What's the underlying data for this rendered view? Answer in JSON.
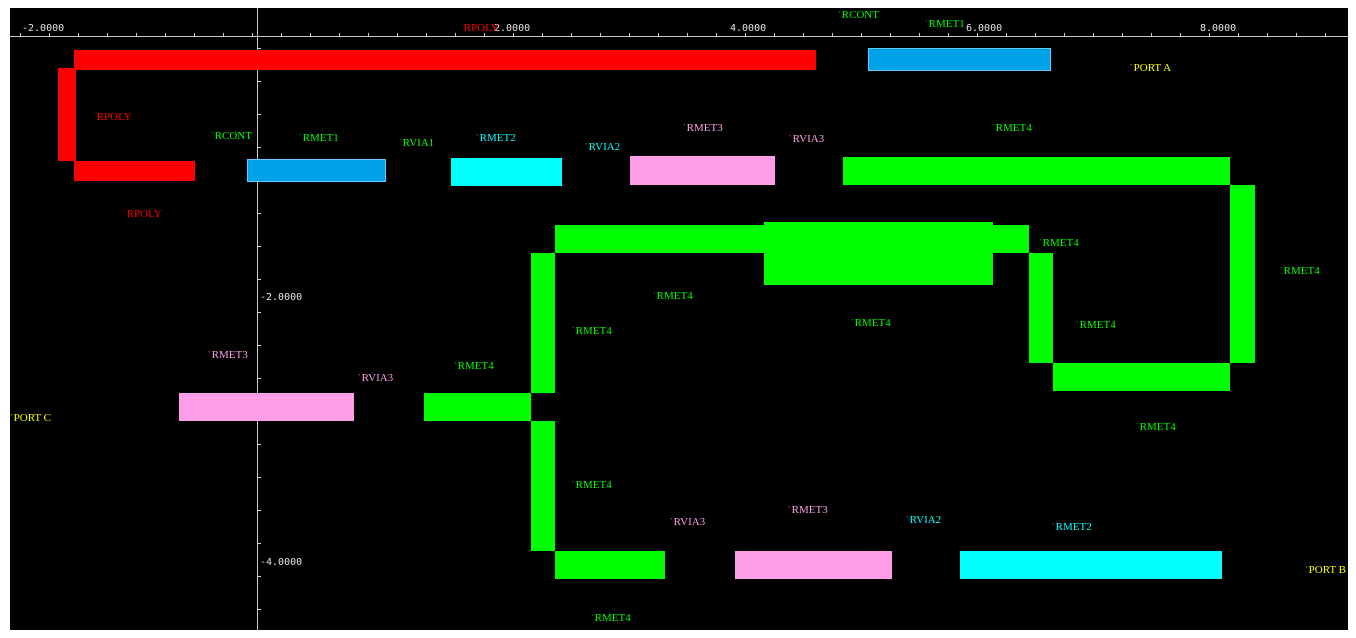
{
  "palette": {
    "background": "#000000",
    "poly": "#ff0000",
    "met1": "#00a2e8",
    "met2": "#00ffff",
    "met3": "#ff9ee8",
    "met4": "#00ff00",
    "port": "#ffff00",
    "axis": "#d0d0d0"
  },
  "axis": {
    "x_ticks": [
      "-2.0000",
      "2.0000",
      "4.0000",
      "6.0000",
      "8.0000"
    ],
    "y_ticks": [
      "-2.0000",
      "-4.0000"
    ]
  },
  "labels": [
    {
      "text": "RPOLY",
      "layer": "poly"
    },
    {
      "text": "RCONT",
      "layer": "met4"
    },
    {
      "text": "RMET1",
      "layer": "met4"
    },
    {
      "text": "PORT A",
      "layer": "port"
    },
    {
      "text": "RPOLY",
      "layer": "poly"
    },
    {
      "text": "RCONT",
      "layer": "met4"
    },
    {
      "text": "RMET1",
      "layer": "met4"
    },
    {
      "text": "RVIA1",
      "layer": "met4"
    },
    {
      "text": "RMET2",
      "layer": "met2"
    },
    {
      "text": "RVIA2",
      "layer": "met2"
    },
    {
      "text": "RMET3",
      "layer": "met3"
    },
    {
      "text": "RVIA3",
      "layer": "met3"
    },
    {
      "text": "RMET4",
      "layer": "met4"
    },
    {
      "text": "RPOLY",
      "layer": "poly"
    },
    {
      "text": "RMET4",
      "layer": "met4"
    },
    {
      "text": "RMET4",
      "layer": "met4"
    },
    {
      "text": "RMET4",
      "layer": "met4"
    },
    {
      "text": "RMET4",
      "layer": "met4"
    },
    {
      "text": "RMET4",
      "layer": "met4"
    },
    {
      "text": "RMET4",
      "layer": "met4"
    },
    {
      "text": "RMET3",
      "layer": "met3"
    },
    {
      "text": "RVIA3",
      "layer": "met3"
    },
    {
      "text": "RMET4",
      "layer": "met4"
    },
    {
      "text": "PORT C",
      "layer": "port"
    },
    {
      "text": "RMET4",
      "layer": "met4"
    },
    {
      "text": "RMET4",
      "layer": "met4"
    },
    {
      "text": "RVIA3",
      "layer": "met3"
    },
    {
      "text": "RMET3",
      "layer": "met3"
    },
    {
      "text": "RVIA2",
      "layer": "met2"
    },
    {
      "text": "RMET2",
      "layer": "met2"
    },
    {
      "text": "PORT B",
      "layer": "port"
    },
    {
      "text": "RMET4",
      "layer": "met4"
    }
  ],
  "shapes": [
    {
      "layer": "poly"
    },
    {
      "layer": "poly"
    },
    {
      "layer": "poly"
    },
    {
      "layer": "met1"
    },
    {
      "layer": "met1"
    },
    {
      "layer": "met2"
    },
    {
      "layer": "met3"
    },
    {
      "layer": "met4"
    },
    {
      "layer": "met4"
    },
    {
      "layer": "met4"
    },
    {
      "layer": "met4"
    },
    {
      "layer": "met4"
    },
    {
      "layer": "met4"
    },
    {
      "layer": "met4"
    },
    {
      "layer": "met4"
    },
    {
      "layer": "met4"
    },
    {
      "layer": "met3"
    },
    {
      "layer": "met4"
    },
    {
      "layer": "met4"
    },
    {
      "layer": "met4"
    },
    {
      "layer": "met3"
    },
    {
      "layer": "met2"
    }
  ]
}
